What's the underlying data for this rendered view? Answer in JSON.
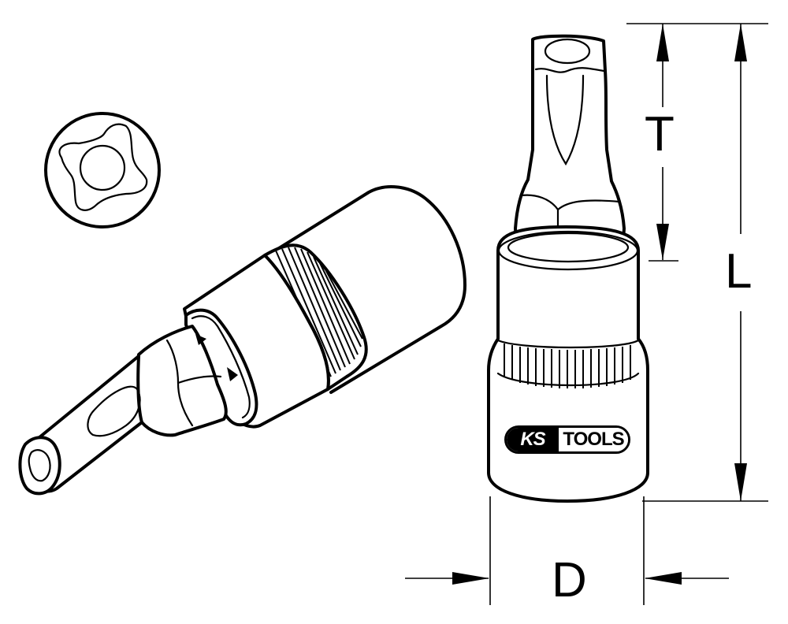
{
  "diagram": {
    "subject": "Torx bit socket (TX) technical drawing",
    "colors": {
      "line": "#000000",
      "background": "#ffffff"
    },
    "brand": {
      "ks": "KS",
      "tools": "TOOLS"
    },
    "dimensions": {
      "T": "T",
      "L": "L",
      "D": "D"
    },
    "views": [
      "end-view-torx-profile",
      "isometric-socket-horizontal",
      "socket-upright-dimensioned"
    ]
  }
}
